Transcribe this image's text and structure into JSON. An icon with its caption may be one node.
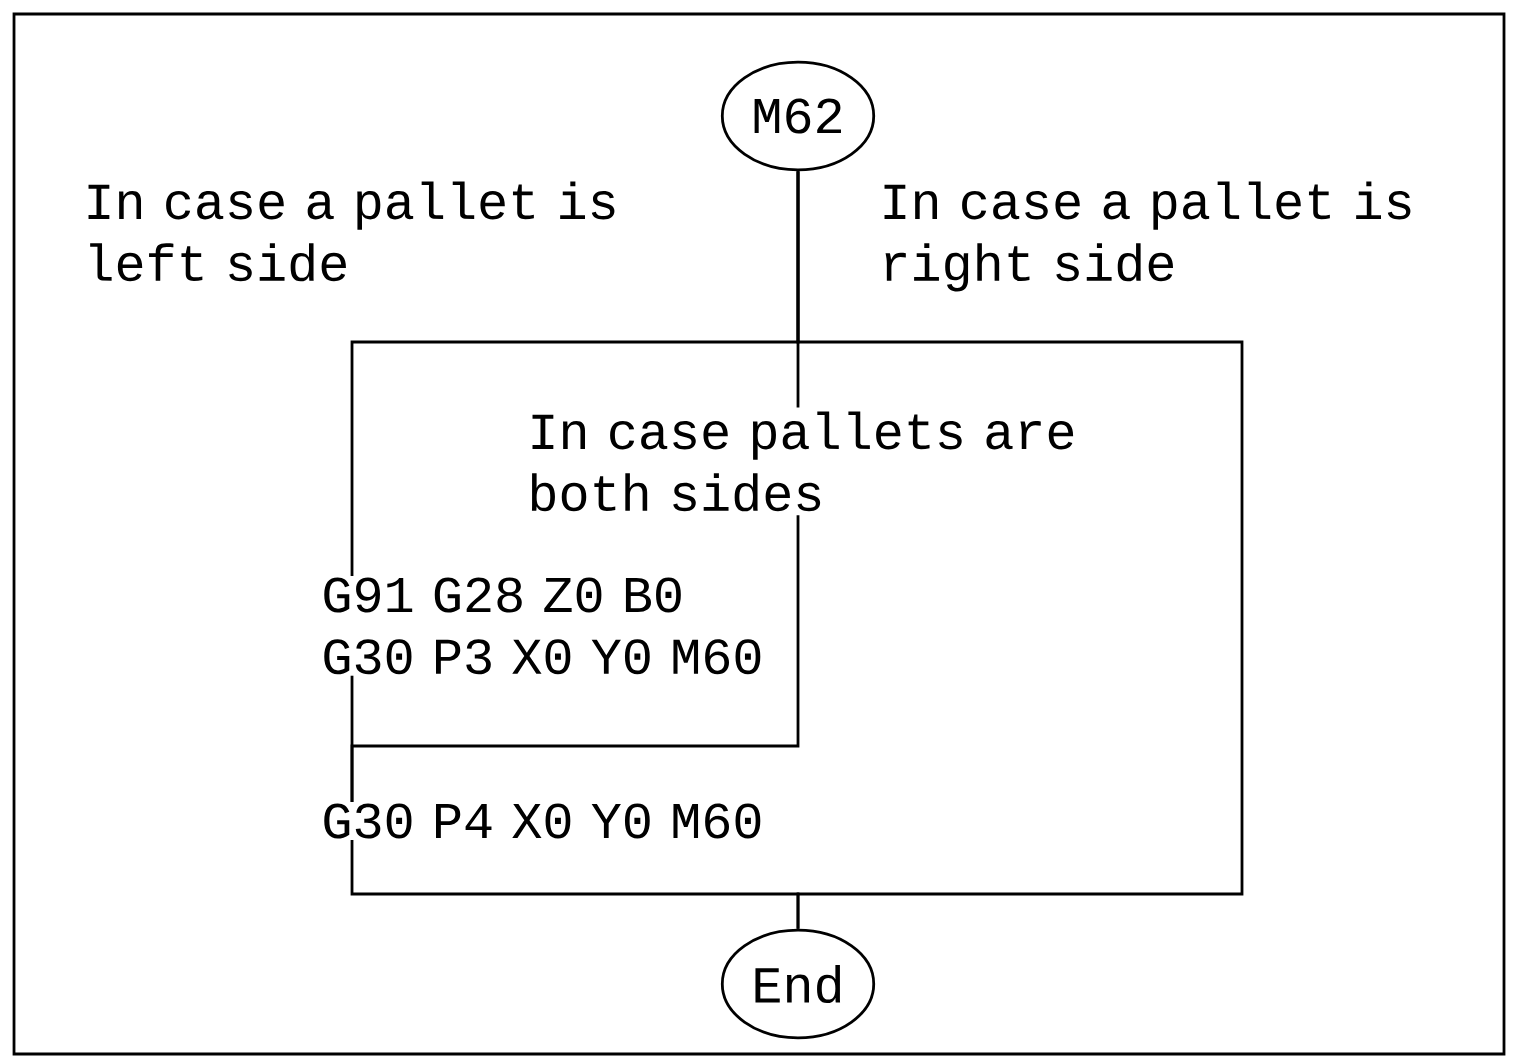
{
  "diagram": {
    "nodes": [
      {
        "text": [
          "M62"
        ]
      },
      {
        "text": [
          "G91 G28 Z0 B0 G30 P3 X0 Y0 M60"
        ]
      },
      {
        "text": [
          "G30 P4 X0 Y0 M60"
        ]
      },
      {
        "text": [
          "End"
        ]
      }
    ],
    "edges": [
      {
        "from": 0,
        "to": 1,
        "arrow": "none",
        "label": "In case a pallet is left side"
      },
      {
        "from": 0,
        "to": 2,
        "arrow": "none",
        "label": "In case pallets are both sides"
      },
      {
        "from": 0,
        "to": 3,
        "arrow": "none",
        "label": "In case a pallet is right side"
      },
      {
        "from": 1,
        "to": 2,
        "arrow": "none"
      },
      {
        "from": 2,
        "to": 3,
        "arrow": "none"
      }
    ]
  }
}
